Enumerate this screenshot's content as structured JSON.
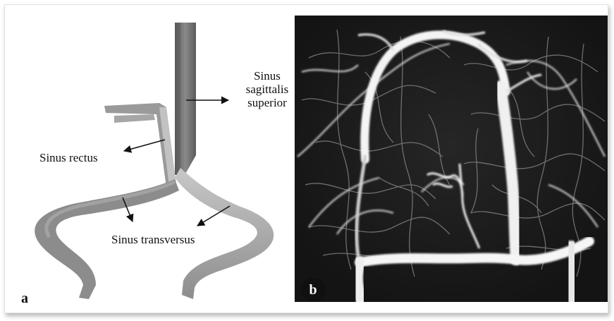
{
  "figure": {
    "panel_a": {
      "letter": "a",
      "labels": {
        "sinus_sagittalis_superior_line1": "Sinus",
        "sinus_sagittalis_superior_line2": "sagittalis",
        "sinus_sagittalis_superior_line3": "superior",
        "sinus_rectus": "Sinus rectus",
        "sinus_transversus": "Sinus transversus"
      }
    },
    "panel_b": {
      "letter": "b"
    }
  },
  "colors": {
    "vessel_dark": "#6f6f6f",
    "vessel_light": "#b4b4b4",
    "mra_background": "#1b1b1b",
    "mra_vessel": "#f2f2f2"
  }
}
